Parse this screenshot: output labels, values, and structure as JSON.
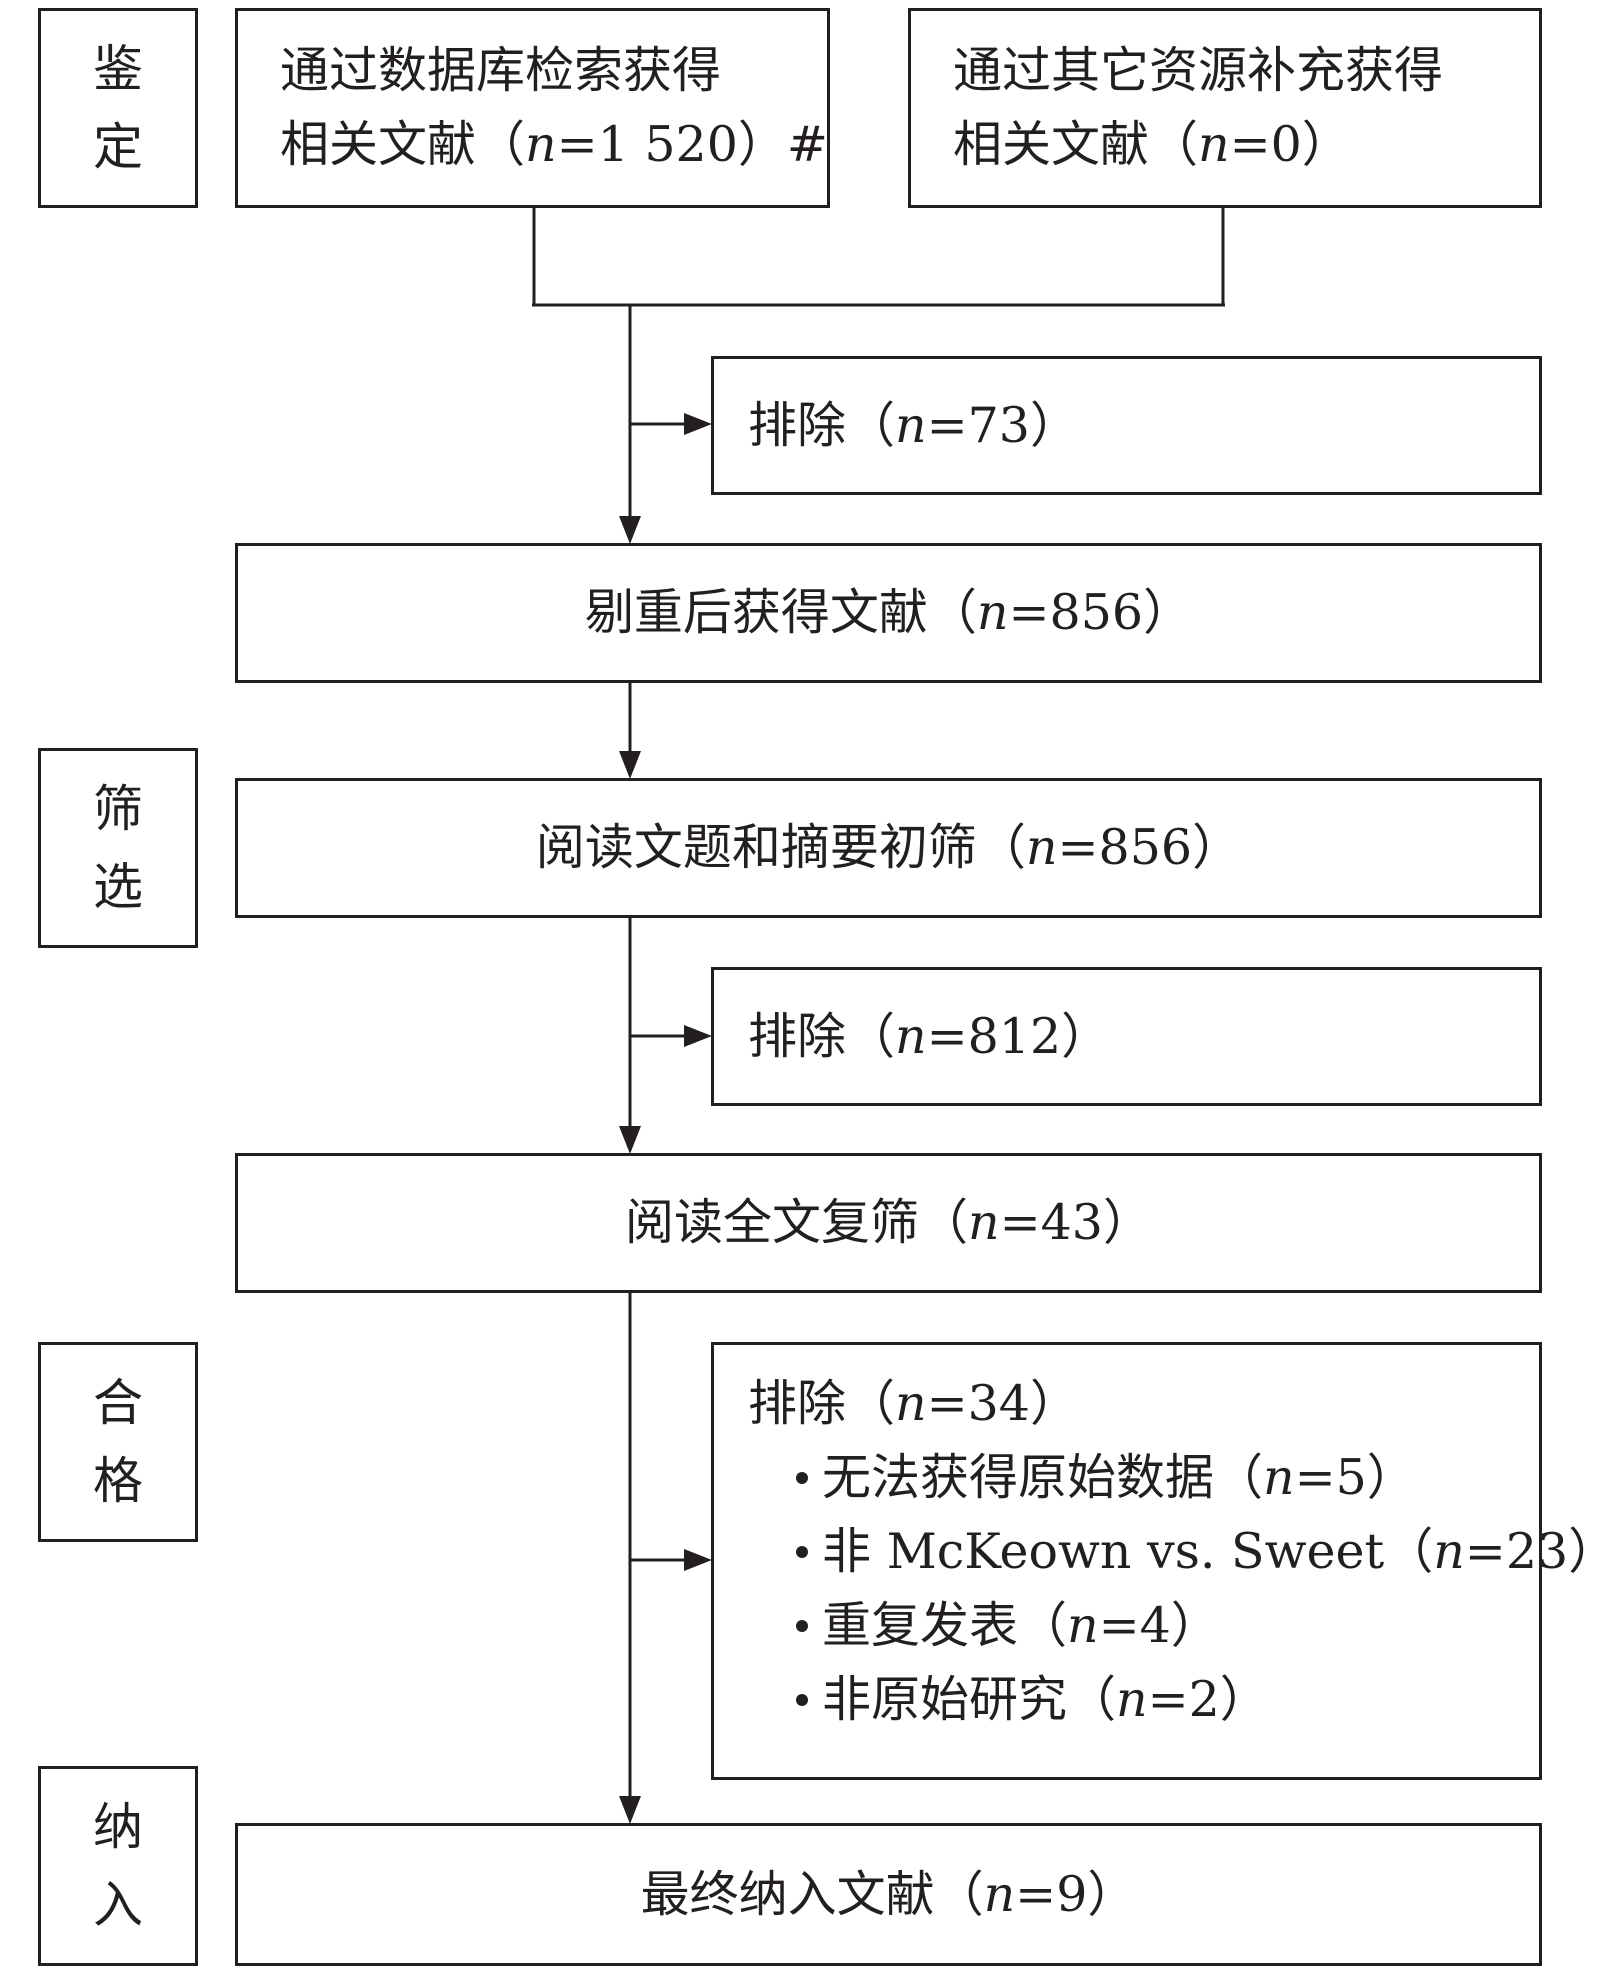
{
  "stages": {
    "identification": [
      "鉴",
      "定"
    ],
    "screening": [
      "筛",
      "选"
    ],
    "eligibility": [
      "合",
      "格"
    ],
    "included": [
      "纳",
      "入"
    ]
  },
  "boxes": {
    "database": {
      "line1": "通过数据库检索获得",
      "line2_prefix": "相关文献（",
      "n": "n",
      "line2_value": "=1 520）#"
    },
    "other": {
      "line1": "通过其它资源补充获得",
      "line2_prefix": "相关文献（",
      "n": "n",
      "line2_value": "=0）"
    },
    "exclude1": {
      "prefix": "排除（",
      "n": "n",
      "value": "=73）"
    },
    "dedup": {
      "prefix": "剔重后获得文献（",
      "n": "n",
      "value": "=856）"
    },
    "title_abstract": {
      "prefix": "阅读文题和摘要初筛（",
      "n": "n",
      "value": "=856）"
    },
    "exclude2": {
      "prefix": "排除（",
      "n": "n",
      "value": "=812）"
    },
    "fulltext": {
      "prefix": "阅读全文复筛（",
      "n": "n",
      "value": "=43）"
    },
    "exclude3": {
      "prefix": "排除（",
      "n": "n",
      "value": "=34）",
      "reasons": [
        {
          "prefix": "无法获得原始数据（",
          "n": "n",
          "value": "=5）"
        },
        {
          "prefix": "非 McKeown vs. Sweet（",
          "n": "n",
          "value": "=23）"
        },
        {
          "prefix": "重复发表（",
          "n": "n",
          "value": "=4）"
        },
        {
          "prefix": "非原始研究（",
          "n": "n",
          "value": "=2）"
        }
      ]
    },
    "final": {
      "prefix": "最终纳入文献（",
      "n": "n",
      "value": "=9）"
    }
  }
}
